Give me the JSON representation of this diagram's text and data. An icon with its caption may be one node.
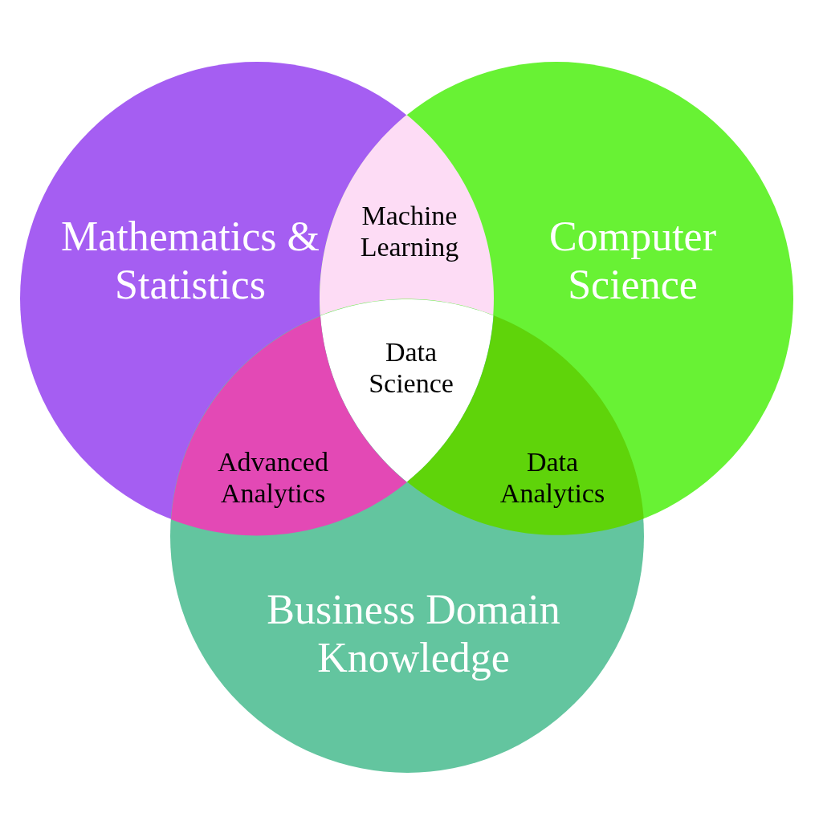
{
  "diagram": {
    "nodes": [
      {
        "text": [
          "Mathematics & Statistics"
        ]
      },
      {
        "text": [
          "Computer Science"
        ]
      },
      {
        "text": [
          "Business Domain Knowledge"
        ]
      },
      {
        "text": [
          "Machine Learning"
        ]
      },
      {
        "text": [
          "Data Science"
        ]
      },
      {
        "text": [
          "Advanced Analytics"
        ]
      },
      {
        "text": [
          "Data Analytics"
        ]
      }
    ]
  }
}
